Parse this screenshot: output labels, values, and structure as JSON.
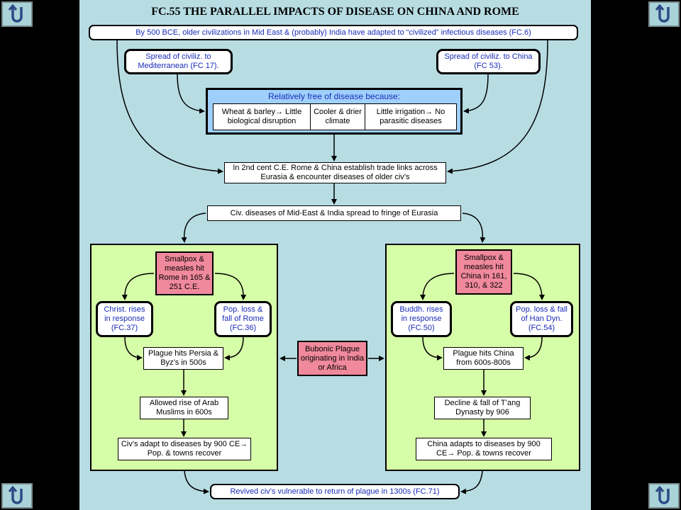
{
  "title": "FC.55 THE PARALLEL IMPACTS OF DISEASE ON CHINA AND ROME",
  "top_banner": "By 500 BCE, older civilizations in Mid East & (probably) India have adapted to “civilized” infectious diseases (FC.6)",
  "spread_med": "Spread of civiliz. to Mediterranean (FC 17).",
  "spread_china": "Spread of civiliz. to China (FC 53).",
  "relatively_free": {
    "heading": "Relatively free of disease because:",
    "reasons": [
      "Wheat & barley→ Little biological disruption",
      "Cooler & drier climate",
      "Little irrigation→ No parasitic diseases"
    ]
  },
  "trade_links": "In 2nd cent C.E. Rome & China establish trade links across Eurasia & encounter diseases of older civ’s",
  "fringe": "Civ. diseases of Mid-East & India spread to fringe of Eurasia",
  "rome": {
    "smallpox": "Smallpox & measles hit Rome in 165 & 251 C.E.",
    "christ": "Christ. rises in response (FC.37)",
    "poploss": "Pop. loss & fall of Rome (FC.36)",
    "plague": "Plague hits Persia & Byz’s in 500s",
    "arab": "Allowed rise of Arab Muslims in 600s",
    "adapt": "Civ’s adapt to diseases by 900 CE→ Pop. & towns recover"
  },
  "bubonic": "Bubonic Plague originating in India or Africa",
  "china": {
    "smallpox": "Smallpox & measles hit China in 161, 310, & 322",
    "buddh": "Buddh. rises in response (FC.50)",
    "poploss": "Pop. loss & fall of Han Dyn. (FC.54)",
    "plague": "Plague hits China from 600s-800s",
    "tang": "Decline & fall of T’ang Dynasty by 906",
    "adapt": "China adapts to diseases by 900 CE→ Pop. & towns recover"
  },
  "revived": "Revived civ’s vulnerable to return of plague in 1300s (FC.71)",
  "colors": {
    "slide_bg": "#b7dde3",
    "green_panel": "#d6fda8",
    "pink_box": "#f0899c",
    "blue_panel": "#9fd0fb",
    "blue_text": "#1a2bb8"
  },
  "nav_icons": [
    "return-icon",
    "return-icon",
    "return-icon",
    "return-icon"
  ]
}
